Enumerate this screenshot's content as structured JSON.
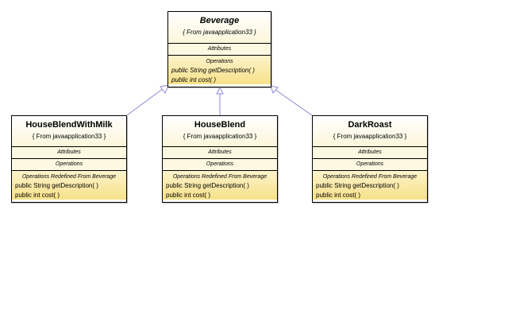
{
  "diagram": {
    "classes": [
      {
        "id": "beverage",
        "name": "Beverage",
        "package": "{ From javaapplication33 }",
        "abstract": true,
        "attributes_label": "Attributes",
        "operations_label": "Operations",
        "operations": [
          "public String  getDescription(  )",
          "public int  cost(  )"
        ]
      },
      {
        "id": "houseblendwithmilk",
        "name": "HouseBlendWithMilk",
        "package": "{ From javaapplication33 }",
        "abstract": false,
        "attributes_label": "Attributes",
        "operations_label": "Operations",
        "redefined_label": "Operations Redefined From Beverage",
        "operations": [
          "public String  getDescription(  )",
          "public int  cost(  )"
        ]
      },
      {
        "id": "houseblend",
        "name": "HouseBlend",
        "package": "{ From javaapplication33 }",
        "abstract": false,
        "attributes_label": "Attributes",
        "operations_label": "Operations",
        "redefined_label": "Operations Redefined From Beverage",
        "operations": [
          "public String  getDescription(  )",
          "public int  cost(  )"
        ]
      },
      {
        "id": "darkroast",
        "name": "DarkRoast",
        "package": "{ From javaapplication33 }",
        "abstract": false,
        "attributes_label": "Attributes",
        "operations_label": "Operations",
        "redefined_label": "Operations Redefined From Beverage",
        "operations": [
          "public String  getDescription(  )",
          "public int  cost(  )"
        ]
      }
    ],
    "generalizations": [
      {
        "from": "houseblendwithmilk",
        "to": "beverage"
      },
      {
        "from": "houseblend",
        "to": "beverage"
      },
      {
        "from": "darkroast",
        "to": "beverage"
      }
    ],
    "colors": {
      "edge": "#8a8ad6",
      "border": "#000000",
      "ops_fill": "#f6e189"
    }
  }
}
